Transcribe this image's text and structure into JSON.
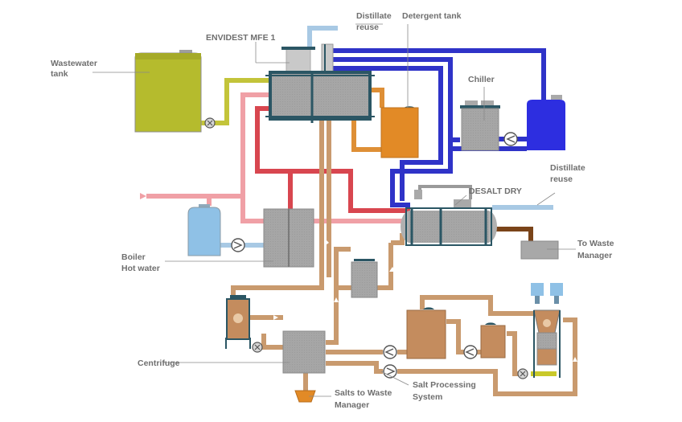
{
  "labels": {
    "wastewater": [
      "Wastewater",
      "tank"
    ],
    "envidest": "ENVIDEST MFE 1",
    "distillate_top": [
      "Distillate",
      "reuse"
    ],
    "detergent": "Detergent tank",
    "chiller": "Chiller",
    "desalt": "DESALT DRY",
    "distillate_right": [
      "Distillate",
      "reuse"
    ],
    "waste_manager": [
      "To Waste",
      "Manager"
    ],
    "boiler": [
      "Boiler",
      "Hot water"
    ],
    "centrifuge": "Centrifuge",
    "salts": [
      "Salts to Waste",
      "Manager"
    ],
    "salt_processing": [
      "Salt Processing",
      "System"
    ]
  },
  "colors": {
    "wastewater_tank": "#b5bb2d",
    "wastewater_pipe": "#c3c43a",
    "detergent_tank": "#e28a26",
    "detergent_pipe": "#de8f36",
    "chiller_tank": "#2d2ee0",
    "cold_pipe": "#2f33c8",
    "hot_pipe_dark": "#d8464f",
    "hot_pipe_light": "#f0a0a6",
    "distillate_pipe": "#a8c9e4",
    "boiler_tank": "#8fc1e6",
    "process_pipe": "#c99a6e",
    "process_tank": "#c48c5e",
    "waste_pipe": "#7a4419",
    "steel_dark": "#2b5664",
    "equipment_gray": "#a8a8a8"
  },
  "icons": [
    "pump-icon",
    "valve-icon",
    "arrow-icon"
  ]
}
